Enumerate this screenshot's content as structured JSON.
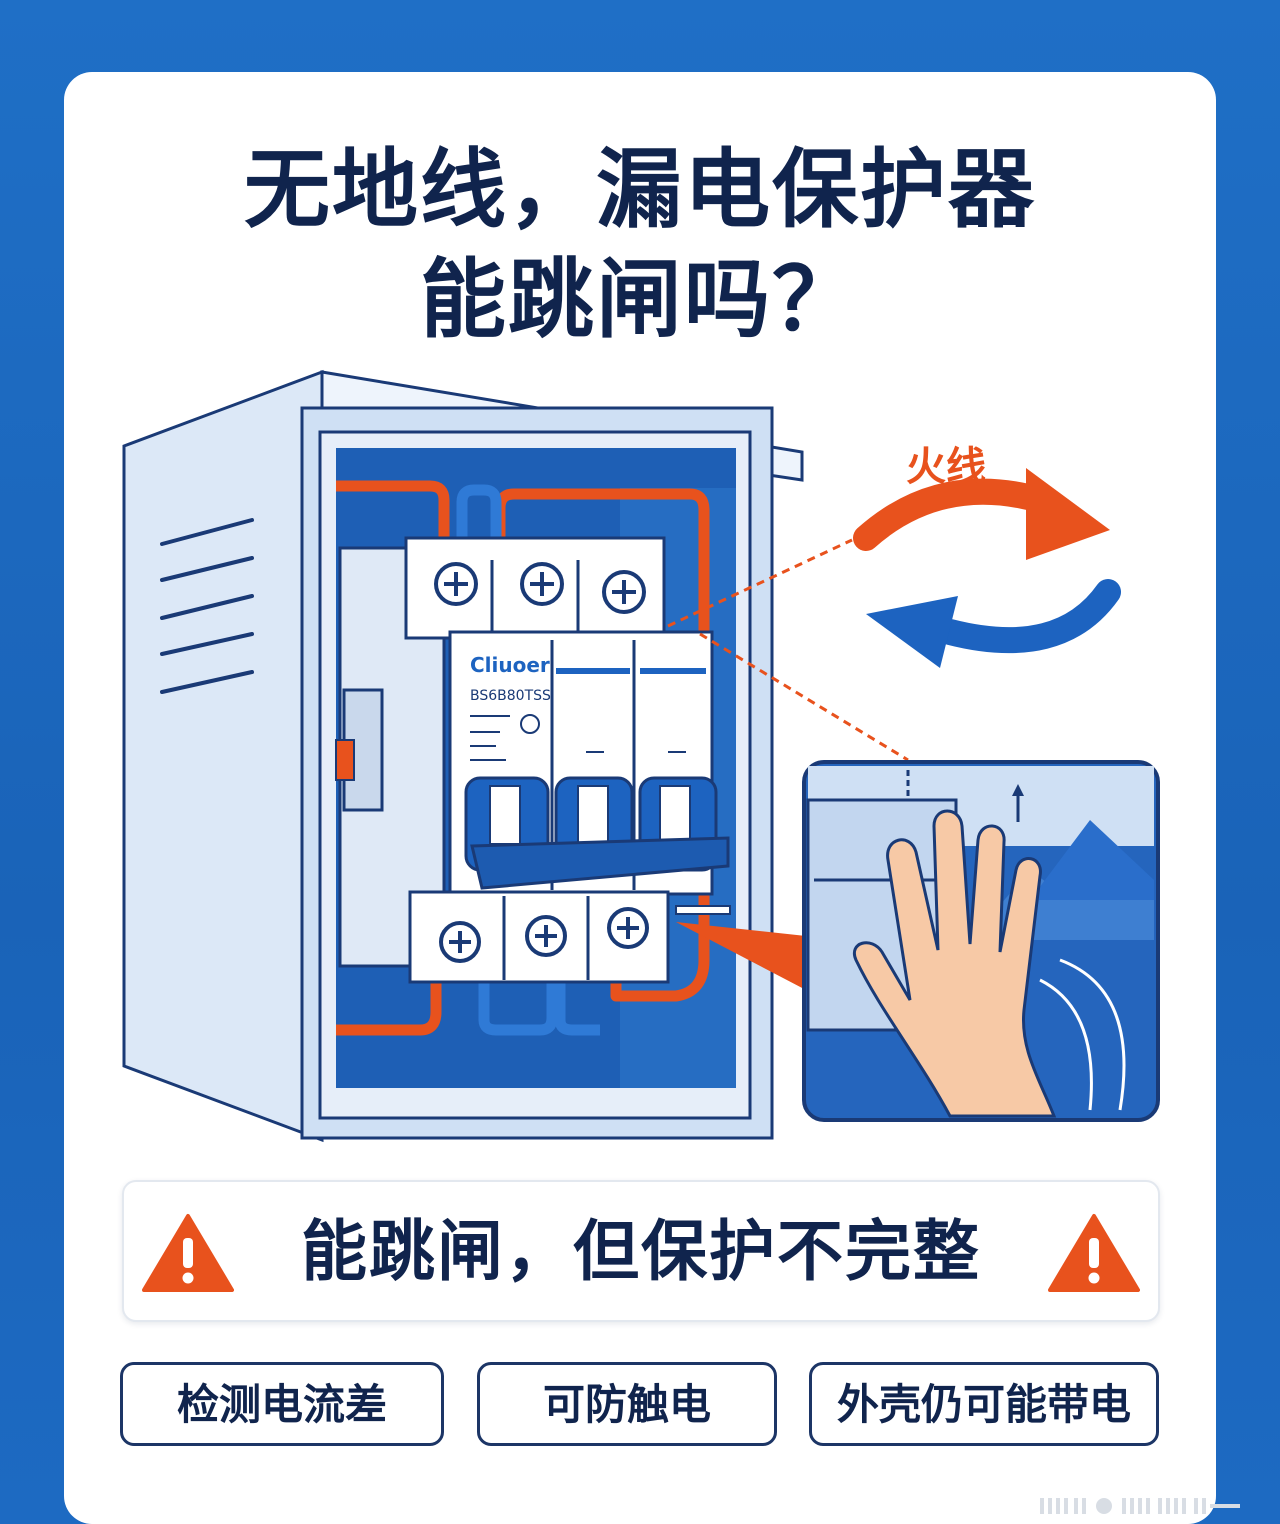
{
  "title": {
    "line1": "无地线，漏电保护器",
    "line2": "能跳闸吗？"
  },
  "diagram": {
    "live_wire_label": "火线",
    "breaker_brand": "Cliuoer",
    "breaker_model": "BS6B80TSS"
  },
  "answer": {
    "text": "能跳闸，但保护不完整"
  },
  "features": [
    {
      "label": "检测电流差"
    },
    {
      "label": "可防触电"
    },
    {
      "label": "外壳仍可能带电"
    }
  ],
  "colors": {
    "background_blue": "#1f6fc6",
    "navy_text": "#10244d",
    "live_wire_orange": "#e8521d",
    "neutral_wire_blue": "#1d63c0",
    "warning_orange": "#e8521d"
  }
}
